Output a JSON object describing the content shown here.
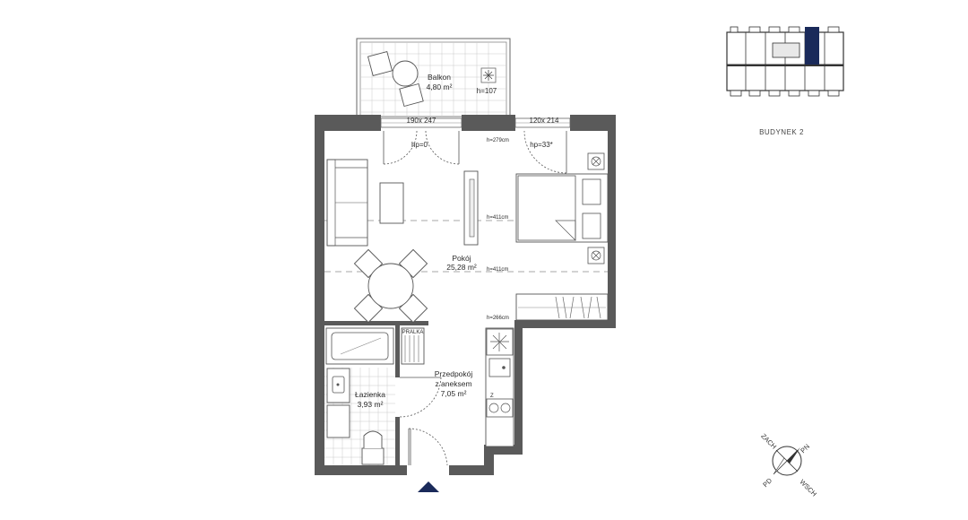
{
  "building": {
    "label": "BUDYNEK 2",
    "highlight_color": "#1a2a5a"
  },
  "rooms": [
    {
      "id": "balkon",
      "name_lines": [
        "Balkon"
      ],
      "area": "4,80 m²",
      "extra": "h=107"
    },
    {
      "id": "pokoj",
      "name_lines": [
        "Pokój"
      ],
      "area": "25,28 m²"
    },
    {
      "id": "przedpokoj",
      "name_lines": [
        "Przedpokój",
        "z aneksem"
      ],
      "area": "7,05 m²"
    },
    {
      "id": "lazienka",
      "name_lines": [
        "Łazienka"
      ],
      "area": "3,93 m²"
    }
  ],
  "dimensions": {
    "door_left": "190x 247",
    "door_right": "120x 214",
    "hp_left": "hp=0",
    "hp_right": "hp=33*",
    "h_279": "h=279cm",
    "h_411_a": "h=411cm",
    "h_411_b": "h=411cm",
    "h_266": "h=266cm"
  },
  "fixtures": {
    "washer_label": "PRALKA"
  },
  "compass": {
    "north_east": "PN",
    "north_west": "ZACH",
    "south_east": "WSCH",
    "south_west": "PD"
  },
  "entrance_marker": {
    "icon": "triangle-up-icon",
    "color": "#1a2a5a"
  },
  "colors": {
    "wall": "#5a5a5a",
    "accent": "#1a2a5a"
  }
}
